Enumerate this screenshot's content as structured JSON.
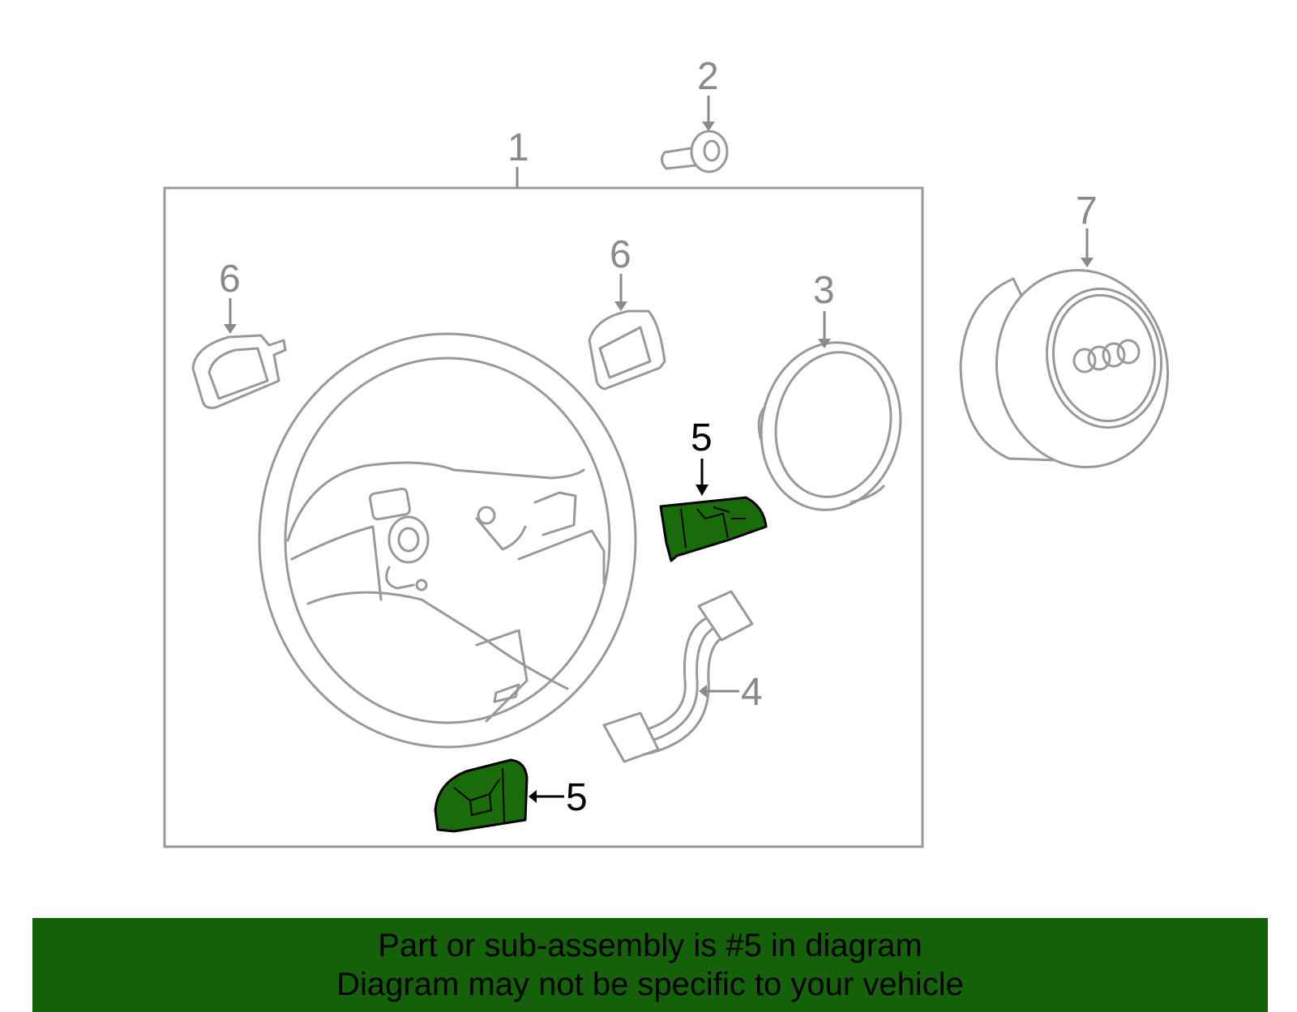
{
  "callouts": {
    "c1": "1",
    "c2": "2",
    "c3": "3",
    "c4": "4",
    "c5a": "5",
    "c5b": "5",
    "c6a": "6",
    "c6b": "6",
    "c7": "7"
  },
  "banner": {
    "line1": "Part or sub-assembly is #5 in diagram",
    "line2": "Diagram may not be specific to your vehicle"
  },
  "colors": {
    "highlight": "#1a6b0a",
    "banner": "#14610a",
    "outline": "#999999"
  }
}
